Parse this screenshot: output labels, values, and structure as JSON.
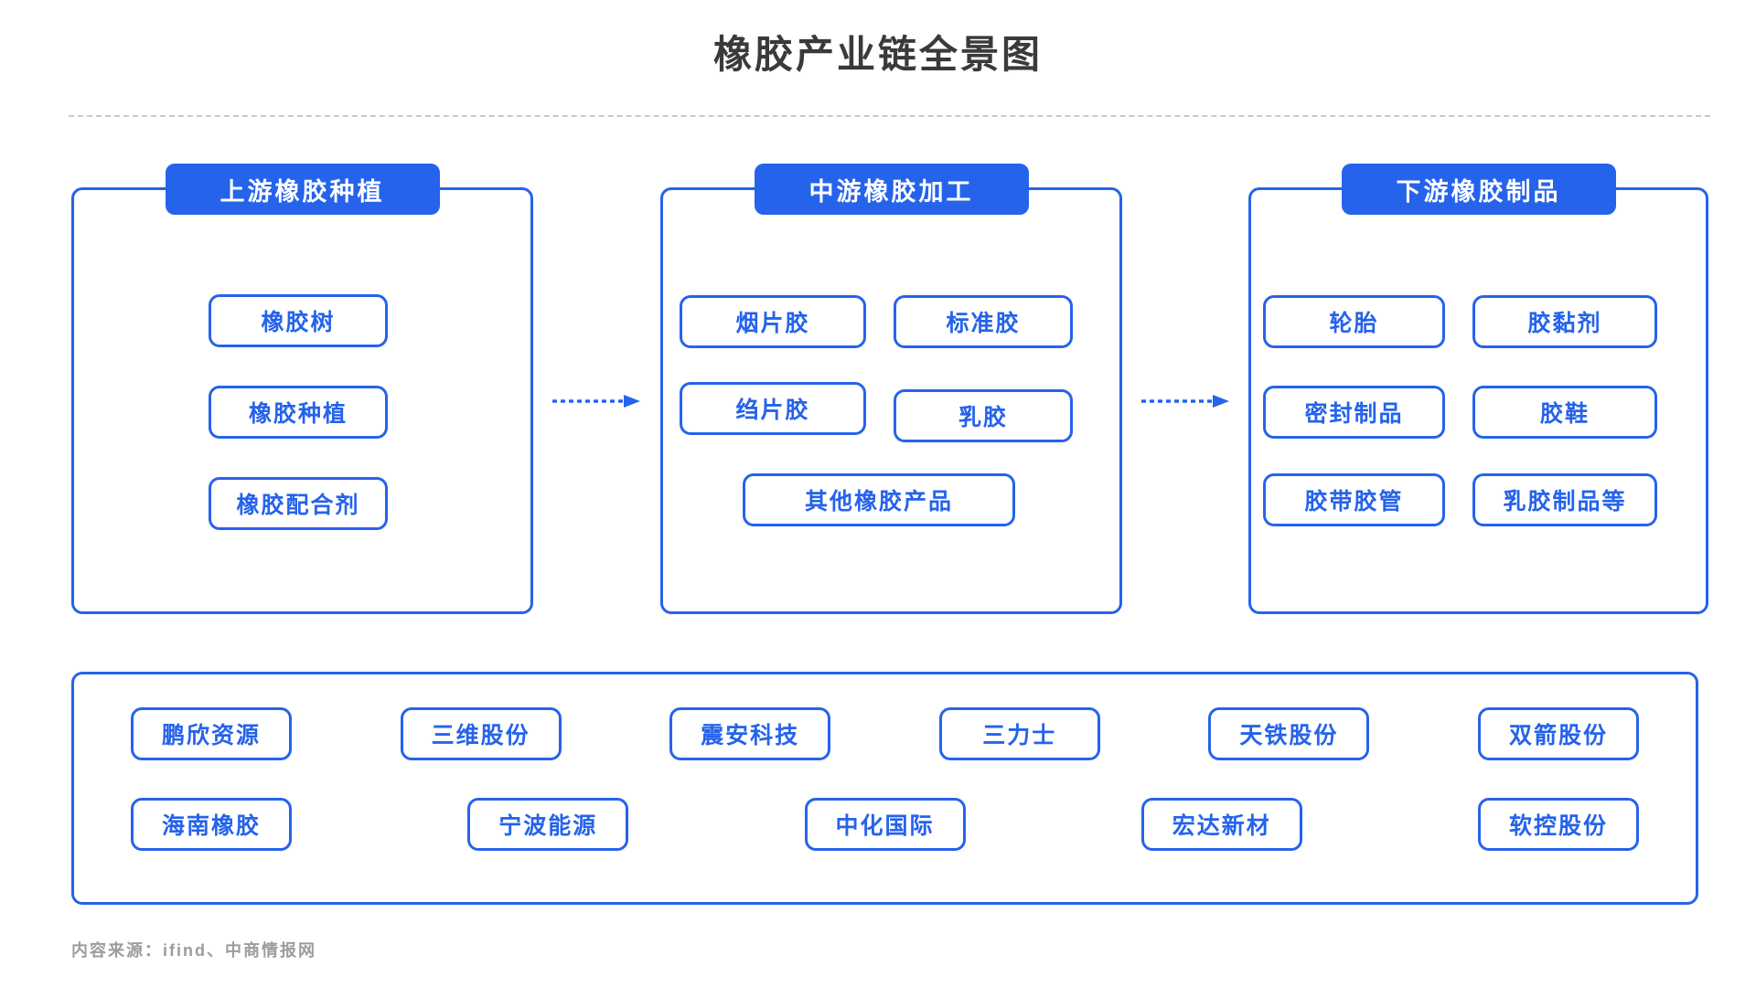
{
  "page": {
    "title": "橡胶产业链全景图",
    "source_note": "内容来源：ifind、中商情报网"
  },
  "colors": {
    "accent": "#2563eb",
    "heading": "#3a3a3a",
    "muted": "#9c9c9c",
    "divider": "#c9c9c9"
  },
  "stages": [
    {
      "header": "上游橡胶种植",
      "items": [
        "橡胶树",
        "橡胶种植",
        "橡胶配合剂"
      ]
    },
    {
      "header": "中游橡胶加工",
      "items": [
        "烟片胶",
        "标准胶",
        "绉片胶",
        "乳胶",
        "其他橡胶产品"
      ]
    },
    {
      "header": "下游橡胶制品",
      "items": [
        "轮胎",
        "胶黏剂",
        "密封制品",
        "胶鞋",
        "胶带胶管",
        "乳胶制品等"
      ]
    }
  ],
  "companies": {
    "row1": [
      "鹏欣资源",
      "三维股份",
      "震安科技",
      "三力士",
      "天铁股份",
      "双箭股份"
    ],
    "row2": [
      "海南橡胶",
      "宁波能源",
      "中化国际",
      "宏达新材",
      "软控股份"
    ]
  }
}
